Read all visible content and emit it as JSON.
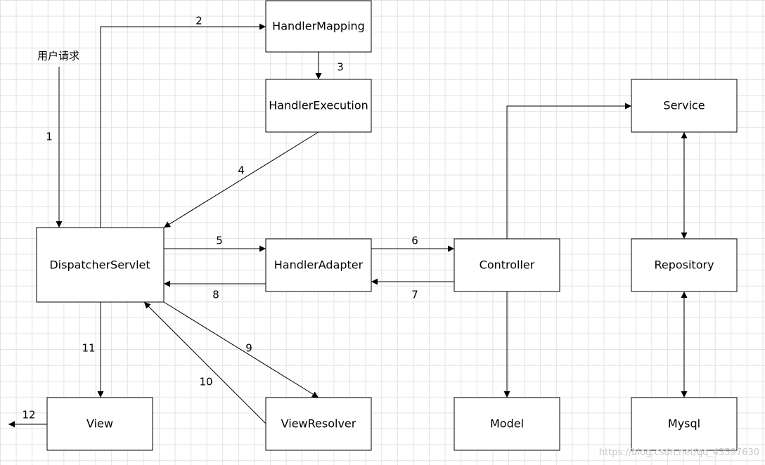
{
  "diagram": {
    "user_request_label": "用户请求",
    "nodes": {
      "handler_mapping": "HandlerMapping",
      "handler_execution": "HandlerExecution",
      "dispatcher_servlet": "DispatcherServlet",
      "handler_adapter": "HandlerAdapter",
      "controller": "Controller",
      "view": "View",
      "view_resolver": "ViewResolver",
      "model": "Model",
      "service": "Service",
      "repository": "Repository",
      "mysql": "Mysql"
    },
    "edge_labels": {
      "e1": "1",
      "e2": "2",
      "e3": "3",
      "e4": "4",
      "e5": "5",
      "e6": "6",
      "e7": "7",
      "e8": "8",
      "e9": "9",
      "e10": "10",
      "e11": "11",
      "e12": "12"
    }
  },
  "watermark": "https://blog.csdn.net/qq_43597630"
}
